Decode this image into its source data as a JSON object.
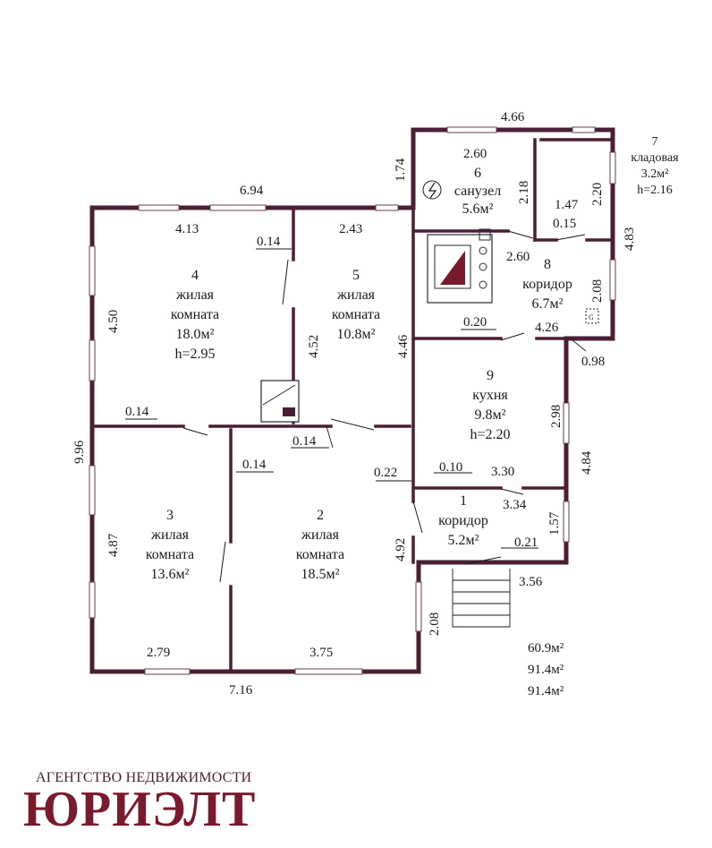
{
  "rooms": [
    {
      "num": "1",
      "name": "коридор",
      "area": "5.2м²",
      "height": ""
    },
    {
      "num": "2",
      "name1": "жилая",
      "name2": "комната",
      "area": "18.5м²"
    },
    {
      "num": "3",
      "name1": "жилая",
      "name2": "комната",
      "area": "13.6м²"
    },
    {
      "num": "4",
      "name1": "жилая",
      "name2": "комната",
      "area": "18.0м²",
      "height": "h=2.95"
    },
    {
      "num": "5",
      "name1": "жилая",
      "name2": "комната",
      "area": "10.8м²"
    },
    {
      "num": "6",
      "name": "санузел",
      "area": "5.6м²"
    },
    {
      "num": "7",
      "name": "кладовая",
      "area": "3.2м²",
      "height": "h=2.16"
    },
    {
      "num": "8",
      "name": "коридор",
      "area": "6.7м²"
    },
    {
      "num": "9",
      "name": "кухня",
      "area": "9.8м²",
      "height": "h=2.20"
    }
  ],
  "dims": {
    "top_main": "6.94",
    "top_annex": "4.66",
    "annex_left": "1.74",
    "d_413": "4.13",
    "d_243": "2.43",
    "d_014a": "0.14",
    "d_450": "4.50",
    "d_452": "4.52",
    "d_446": "4.46",
    "d_996": "9.96",
    "d_014b": "0.14",
    "d_014c": "0.14",
    "d_014d": "0.14",
    "d_487": "4.87",
    "d_492": "4.92",
    "d_022": "0.22",
    "d_279": "2.79",
    "d_375": "3.75",
    "d_716": "7.16",
    "d_208a": "2.08",
    "d_260a": "2.60",
    "d_218": "2.18",
    "d_147": "1.47",
    "d_015": "0.15",
    "d_220": "2.20",
    "d_483": "4.83",
    "d_260b": "2.60",
    "d_208b": "2.08",
    "d_020": "0.20",
    "d_426": "4.26",
    "d_098": "0.98",
    "d_298": "2.98",
    "d_484": "4.84",
    "d_010": "0.10",
    "d_330": "3.30",
    "d_334": "3.34",
    "d_157": "1.57",
    "d_021": "0.21",
    "d_356": "3.56"
  },
  "totals": [
    "60.9м²",
    "91.4м²",
    "91.4м²"
  ],
  "brand": {
    "agency": "АГЕНТСТВО НЕДВИЖИМОСТИ",
    "name": "ЮРИЭЛТ"
  },
  "colors": {
    "wall": "#4a1f33",
    "brand": "#7a1a2e"
  },
  "icons": [
    "electric-meter-icon",
    "gas-meter-icon",
    "stove-icon",
    "boiler-icon",
    "stairs-icon"
  ]
}
